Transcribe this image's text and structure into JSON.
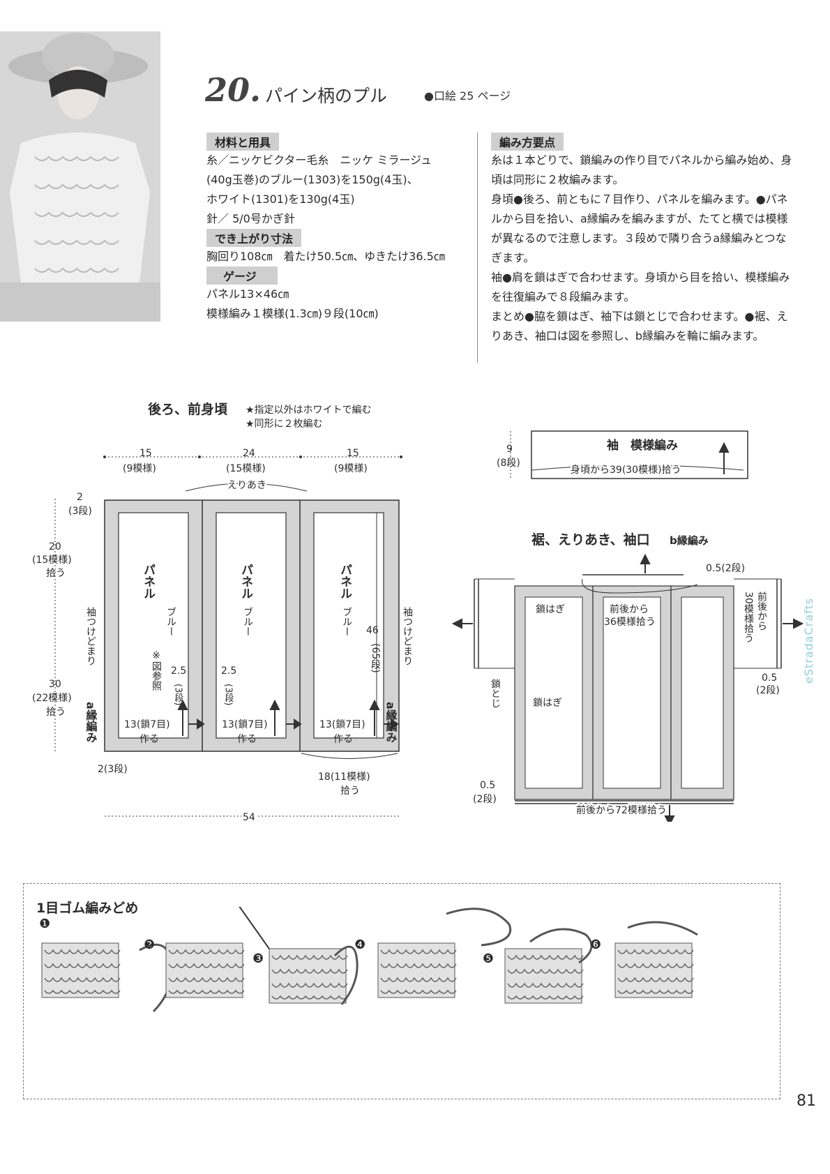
{
  "header": {
    "number": "20.",
    "title": "パイン柄のプル",
    "ref": "●口絵 25 ページ"
  },
  "materials": {
    "heading": "材料と用具",
    "lines": [
      "糸／ニッケビクター毛糸　ニッケ ミラージュ",
      "(40g玉巻)のブルー(1303)を150g(4玉)、",
      "ホワイト(1301)を130g(4玉)",
      "針／ 5/0号かぎ針"
    ]
  },
  "size": {
    "heading": "でき上がり寸法",
    "lines": [
      "胸回り108㎝　着たけ50.5㎝、ゆきたけ36.5㎝"
    ]
  },
  "gauge": {
    "heading": "ゲージ",
    "lines": [
      "パネル13×46㎝",
      "模様編み１模様(1.3㎝)９段(10㎝)"
    ]
  },
  "instructions": {
    "heading": "編み方要点",
    "lines": [
      "糸は１本どりで、鎖編みの作り目でパネルから編み始め、身頃は同形に２枚編みます。",
      "身頃●後ろ、前ともに７目作り、パネルを編みます。●パネルから目を拾い、a縁編みを編みますが、たてと横では模様が異なるので注意します。３段めで隣り合うa縁編みとつなぎます。",
      "袖●肩を鎖はぎで合わせます。身頃から目を拾い、模様編みを往復編みで８段編みます。",
      "まとめ●脇を鎖はぎ、袖下は鎖とじで合わせます。●裾、えりあき、袖口は図を参照し、b縁編みを輪に編みます。"
    ]
  },
  "body_diagram": {
    "title": "後ろ、前身頃",
    "notes": [
      "★指定以外はホワイトで編む",
      "★同形に２枚編む"
    ],
    "top_widths": [
      {
        "value": "15",
        "sub": "(9模様)"
      },
      {
        "value": "24",
        "sub": "(15模様)"
      },
      {
        "value": "15",
        "sub": "(9模様)"
      }
    ],
    "neck": "えりあき",
    "left_labels": {
      "top": "2",
      "top_sub": "(3段)",
      "upper": "20",
      "upper_sub": "(15模様)",
      "upper_pick": "拾う",
      "lower": "30",
      "lower_sub": "(22模様)",
      "lower_pick": "拾う",
      "bottom": "2(3段)",
      "edge": "a縁編み"
    },
    "panels": [
      {
        "name": "パネル",
        "color": "ブルー",
        "note": "※図参照",
        "rows": "2.5",
        "rows_sub": "(3段)",
        "start": "13(鎖7目)",
        "make": "作る"
      },
      {
        "name": "パネル",
        "color": "ブルー",
        "rows": "2.5",
        "rows_sub": "(3段)",
        "start": "13(鎖7目)",
        "make": "作る"
      },
      {
        "name": "パネル",
        "color": "ブルー",
        "start": "13(鎖7目)",
        "make": "作る"
      }
    ],
    "panel_height": "46",
    "panel_height_sub": "(65段)",
    "sleeve_mark": "袖つけどまり",
    "right_edge": "a縁編み",
    "bottom_pick": "18(11模様)",
    "bottom_pick_sub": "拾う",
    "total_width": "54"
  },
  "sleeve_diagram": {
    "title": "袖　模様編み",
    "height": "9",
    "height_sub": "(8段)",
    "pick": "身頃から39(30模様)拾う"
  },
  "edge_diagram": {
    "title": "裾、えりあき、袖口",
    "pattern": "b縁編み",
    "top_rows": "0.5(2段)",
    "chain_join_1": "鎖はぎ",
    "neck_pick": "前後から",
    "neck_pick_2": "36模様拾う",
    "cuff_pick": "30模様拾う",
    "cuff_pick_head": "前後から",
    "cuff_rows": "0.5",
    "cuff_rows_sub": "(2段)",
    "chain_close": "鎖とじ",
    "chain_join_2": "鎖はぎ",
    "hem_rows": "0.5",
    "hem_rows_sub": "(2段)",
    "hem_pick": "前後から72模様拾う"
  },
  "stitch_section": {
    "title": "1目ゴム編みどめ",
    "steps": [
      "❶",
      "❷",
      "❸",
      "❹",
      "❺",
      "❻"
    ]
  },
  "watermark": "eStradaCrafts",
  "page_number": "81",
  "colors": {
    "fill_gray": "#d4d4d4",
    "line": "#333333",
    "watermark": "#8fd0d8"
  }
}
